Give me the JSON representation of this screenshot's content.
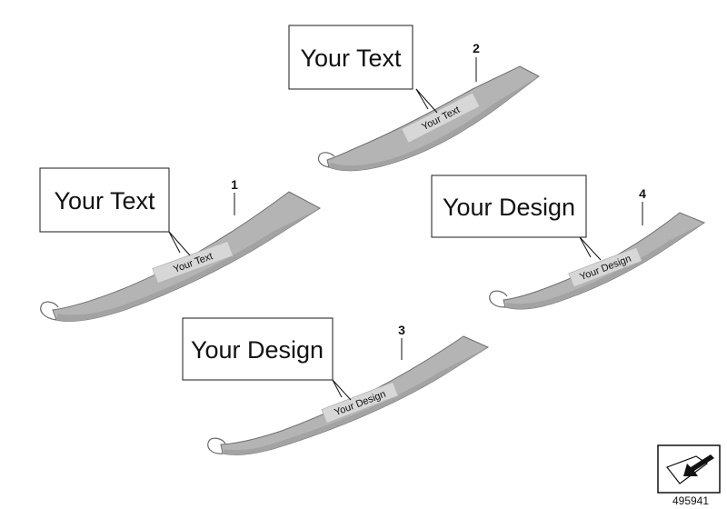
{
  "parts": [
    {
      "number": "1",
      "callout": "Your Text",
      "plate": "Your Text"
    },
    {
      "number": "2",
      "callout": "Your Text",
      "plate": "Your Text"
    },
    {
      "number": "3",
      "callout": "Your Design",
      "plate": "Your Design"
    },
    {
      "number": "4",
      "callout": "Your Design",
      "plate": "Your Design"
    }
  ],
  "diagram_ref": "495941",
  "colors": {
    "sill": "#b4b4b4",
    "plate": "#d7d7d7",
    "line": "#111111"
  },
  "icons": {
    "ref_icon": "view-direction-arrow-icon"
  }
}
